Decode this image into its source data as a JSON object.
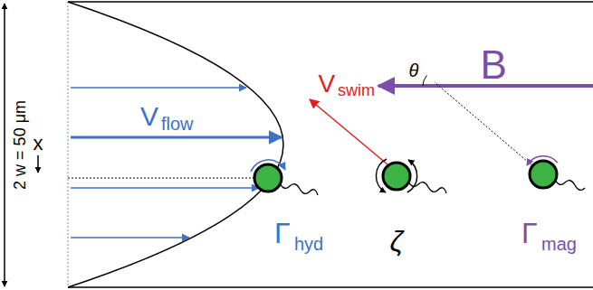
{
  "diagram": {
    "labels": [
      "2 w = 50 μm",
      "x",
      "V",
      "flow",
      "V",
      "swim",
      "B",
      "θ",
      "ζ",
      "Γ",
      "hyd",
      "Γ",
      "mag"
    ]
  }
}
